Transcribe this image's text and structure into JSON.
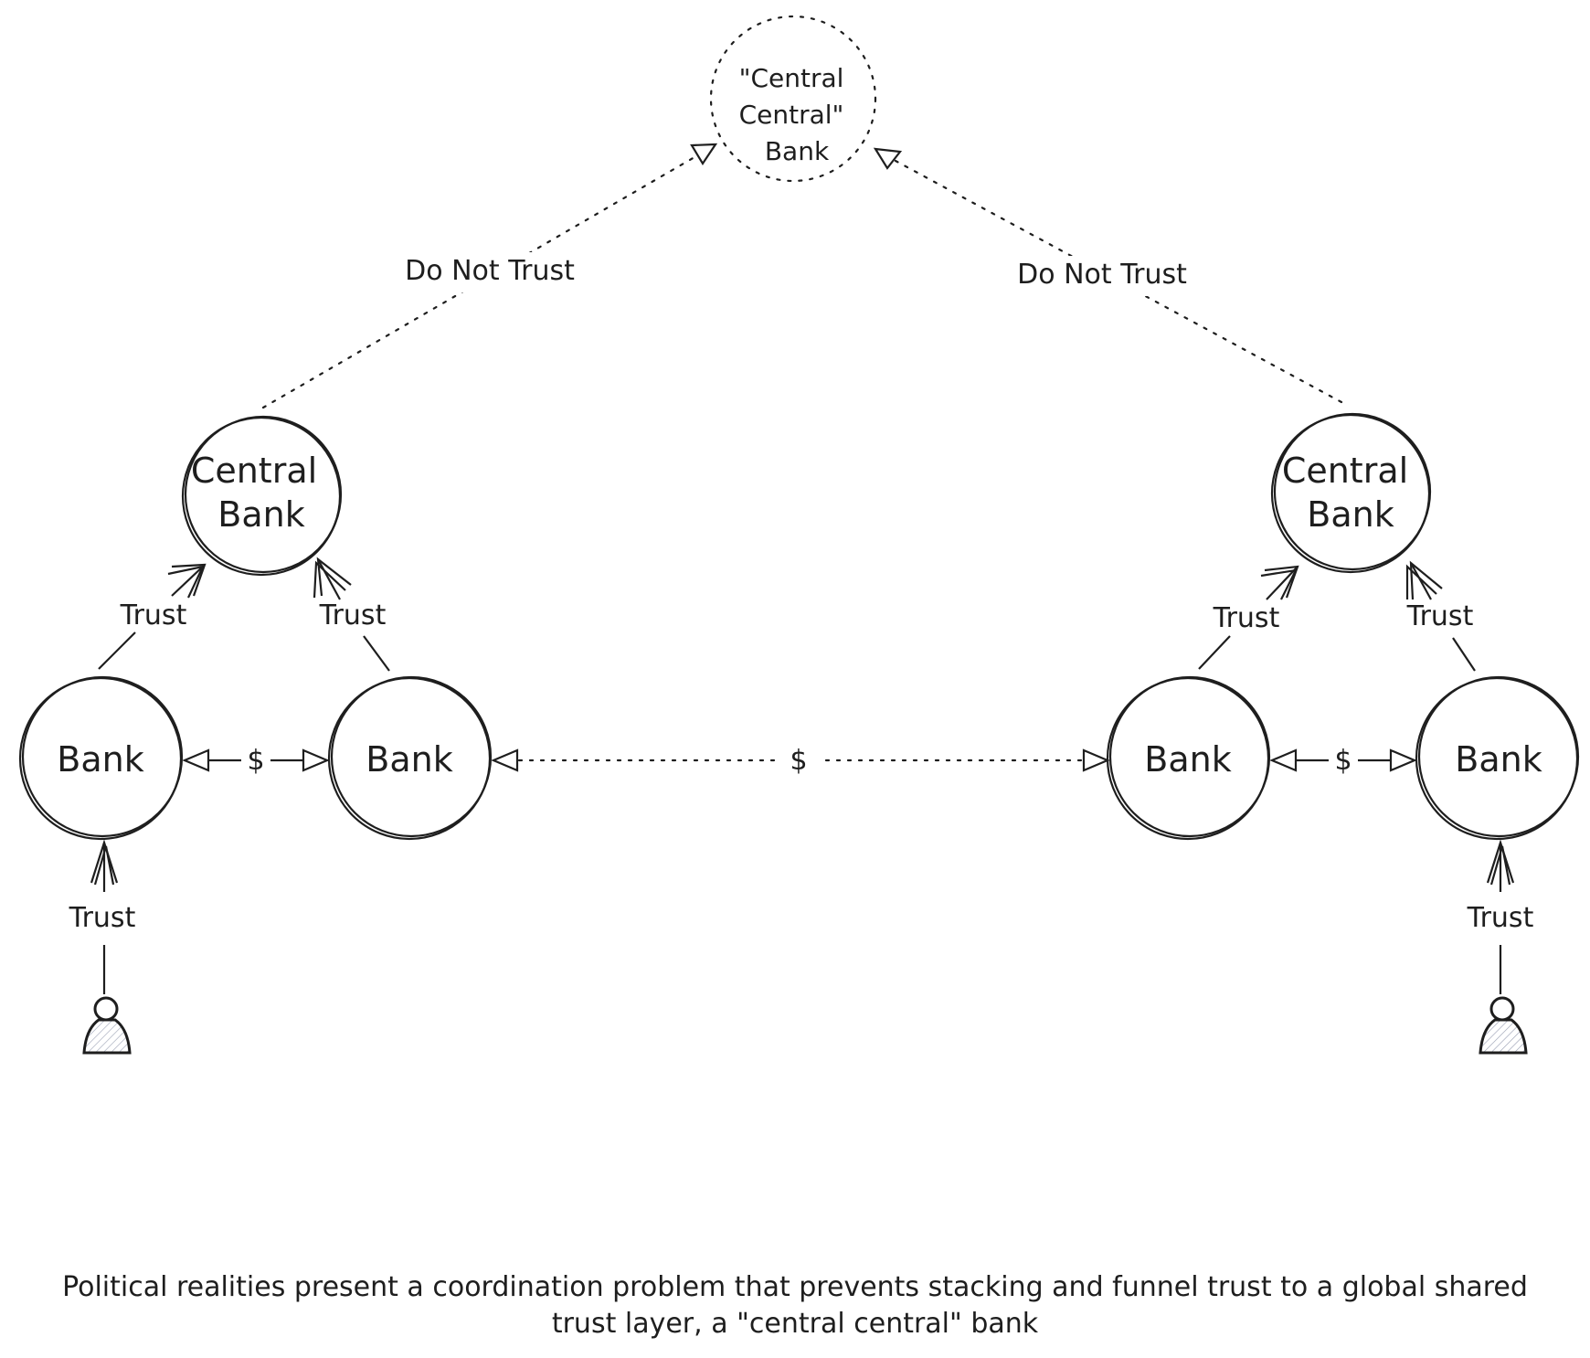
{
  "diagram": {
    "central_central_bank": {
      "label_lines": [
        "\"Central",
        "Central\"",
        "Bank"
      ]
    },
    "left_group": {
      "central_bank_lines": [
        "Central",
        "Bank"
      ],
      "bank_a": "Bank",
      "bank_b": "Bank",
      "trust_a": "Trust",
      "trust_b": "Trust",
      "money_between": "$",
      "person_trust": "Trust"
    },
    "right_group": {
      "central_bank_lines": [
        "Central",
        "Bank"
      ],
      "bank_a": "Bank",
      "bank_b": "Bank",
      "trust_a": "Trust",
      "trust_b": "Trust",
      "money_between": "$",
      "person_trust": "Trust"
    },
    "do_not_trust_left": "Do Not Trust",
    "do_not_trust_right": "Do Not Trust",
    "inter_group_money": "$",
    "caption_lines": [
      "Political realities present a coordination problem that prevents stacking and funnel trust to a global shared",
      "trust layer, a \"central central\" bank"
    ]
  }
}
